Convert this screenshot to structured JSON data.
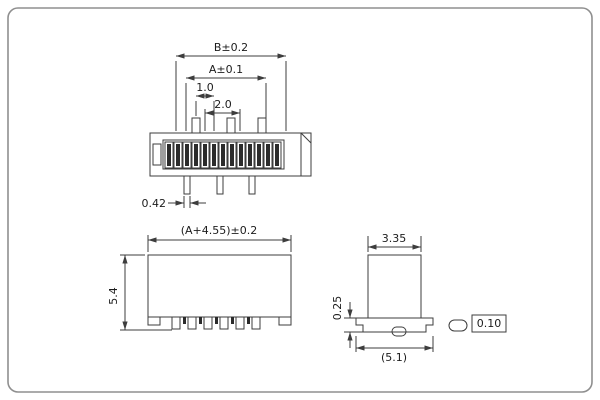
{
  "colors": {
    "line": "#3d3d3d",
    "text": "#1c1c1c",
    "border": "#8f8f8f",
    "contact_fill": "#2b2b2b"
  },
  "top_view": {
    "dim_overall_b": "B±0.2",
    "dim_overall_a": "A±0.1",
    "dim_pitch_small": "1.0",
    "dim_pitch_large": "2.0",
    "dim_leg_width": "0.42"
  },
  "front_view": {
    "dim_width": "(A+4.55)±0.2",
    "dim_height": "5.4"
  },
  "side_view": {
    "dim_depth": "3.35",
    "dim_standoff": "0.25",
    "dim_base": "(5.1)",
    "dim_detail": "0.10"
  }
}
